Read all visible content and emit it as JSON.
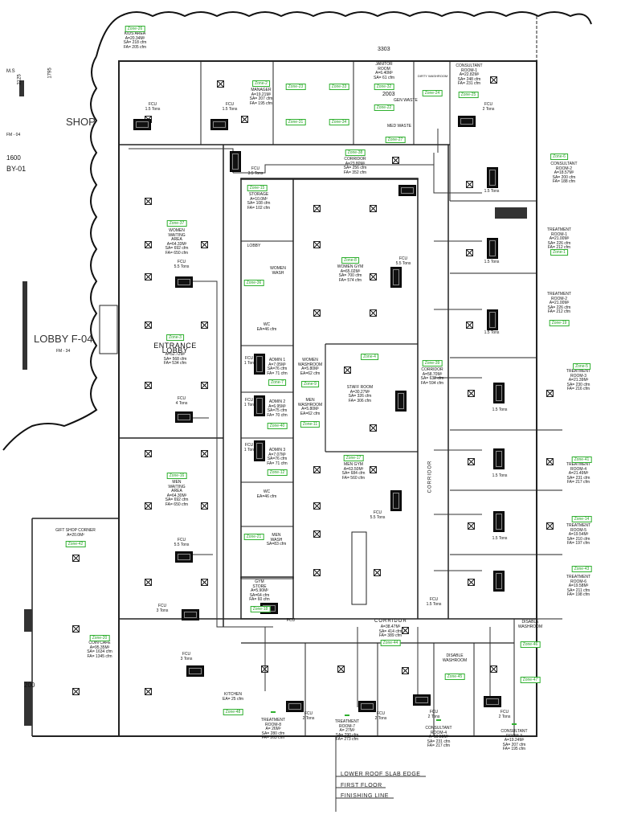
{
  "rooms": {
    "kids_area": {
      "name": "KIDS AREA",
      "area": "A=20.34M²",
      "sa": "SA= 218 cfm",
      "fa": "FA= 205 cfm"
    },
    "manager": {
      "name": "MANAGER",
      "area": "A=19.21M²",
      "sa": "SA= 207 cfm",
      "fa": "FA= 195 cfm"
    },
    "janitor": {
      "name": "JANITOR",
      "name2": "ROOM",
      "area": "A=6.40M²",
      "sa": "SA= 61 cfm"
    },
    "consultant1": {
      "name": "CONSULTANT",
      "name2": "ROOM-1",
      "area": "A=22.82M²",
      "sa": "SA= 248 cfm",
      "fa": "FA= 231 cfm"
    },
    "corridor_top": {
      "name": "CORRIDOR",
      "area": "A=23.80M²",
      "sa": "SA= 256 cfm",
      "fa": "FA= 352 cfm"
    },
    "consultant2": {
      "name": "CONSULTANT",
      "name2": "ROOM-2",
      "area": "A=18.57M²",
      "sa": "SA= 200 cfm",
      "fa": "FA= 188 cfm"
    },
    "storage": {
      "name": "STORAGE",
      "area": "A=10.0M²",
      "sa": "SA= 108 cfm",
      "fa": "FA= 102 cfm"
    },
    "lobby_small": {
      "name": "LOBBY"
    },
    "women_waiting": {
      "name": "WOMEN",
      "name2": "WAITING",
      "name3": "AREA",
      "area": "A=64.33M²",
      "sa": "SA= 692 cfm",
      "fa": "FA= 650 cfm"
    },
    "women_gym": {
      "name": "WOMEN GYM",
      "area": "A=65.02M²",
      "sa": "SA= 700 cfm",
      "fa": "FA= 574 cfm"
    },
    "women_wash": {
      "name": "WOMEN",
      "name2": "WASH"
    },
    "treatment1": {
      "name": "TREATMENT",
      "name2": "ROOM-1",
      "area": "A=21.00M²",
      "sa": "SA= 226 cfm",
      "fa": "FA= 212 cfm"
    },
    "treatment2": {
      "name": "TREATMENT",
      "name2": "ROOM-2",
      "area": "A=21.00M²",
      "sa": "SA= 226 cfm",
      "fa": "FA= 212 cfm"
    },
    "wc1": {
      "name": "WC",
      "ea": "EA=46 cfm"
    },
    "entrance_lobby": {
      "name": "ENTRANCE",
      "name2": "LOBBY",
      "area": "A=52.72M²",
      "sa": "SA= 568 cfm",
      "fa": "FA= 534 cfm"
    },
    "admin1": {
      "name": "ADMIN 1",
      "area": "A=7.05M²",
      "sa": "SA=76 cfm",
      "fa": "FA= 71 cfm"
    },
    "women_washroom": {
      "name": "WOMEN",
      "name2": "WASHROOM",
      "area": "A=5.80M²",
      "ea": "EA=62 cfm"
    },
    "staff_room": {
      "name": "STAFF ROOM",
      "area": "A=30.27M²",
      "sa": "SA= 326 cfm",
      "fa": "FA= 306 cfm"
    },
    "corridor_right": {
      "name": "CORRIDOR",
      "area": "A=58.70M²",
      "sa": "SA= 632 cfm",
      "fa": "FA= 594 cfm"
    },
    "treatment3": {
      "name": "TREATMENT",
      "name2": "ROOM-3",
      "area": "A=21.39M²",
      "sa": "SA= 230 cfm",
      "fa": "FA= 216 cfm"
    },
    "admin2": {
      "name": "ADMIN 2",
      "area": "A=6.95M²",
      "sa": "SA=75 cfm",
      "fa": "FA= 70 cfm"
    },
    "men_washroom": {
      "name": "MEN",
      "name2": "WASHROOM",
      "area": "A=5.80M²",
      "ea": "EA=62 cfm"
    },
    "admin3": {
      "name": "ADMIN 3",
      "area": "A=7.07M²",
      "sa": "SA=76 cfm",
      "fa": "FA= 71 cfm"
    },
    "men_gym": {
      "name": "MEN GYM",
      "area": "A=63.50M²",
      "sa": "SA= 684 cfm",
      "fa": "FA= 560 cfm"
    },
    "treatment4": {
      "name": "TREATMENT",
      "name2": "ROOM-4",
      "area": "A=21.49M²",
      "sa": "SA= 231 cfm",
      "fa": "FA= 217 cfm"
    },
    "wc2": {
      "name": "WC",
      "ea": "EA=46 cfm"
    },
    "men_waiting": {
      "name": "MEN",
      "name2": "WAITING",
      "name3": "AREA",
      "area": "A=64.30M²",
      "sa": "SA= 692 cfm",
      "fa": "FA= 650 cfm"
    },
    "treatment5": {
      "name": "TREATMENT",
      "name2": "ROOM-5",
      "area": "A=19.54M²",
      "sa": "SA= 210 cfm",
      "fa": "FA= 197 cfm"
    },
    "gift_shop": {
      "name": "GIFT SHOP CORNER",
      "area": "A=20.0M²"
    },
    "men_wash": {
      "name": "MEN",
      "name2": "WASH",
      "sa": "SA=83 cfm"
    },
    "gym_store": {
      "name": "GYM",
      "name2": "STORE",
      "area": "A=5.90M²",
      "sa": "SA=64 cfm",
      "fa": "FA= 60 cfm"
    },
    "treatment6": {
      "name": "TREATMENT",
      "name2": "ROOM-6",
      "area": "A=19.58M²",
      "sa": "SA= 211 cfm",
      "fa": "FA= 198 cfm"
    },
    "corridor_bottom": {
      "name": "CORRIDOR",
      "area": "A=38.47M²",
      "sa": "SA= 414 cfm",
      "fa": "FA= 389 cfm"
    },
    "disable_wash1": {
      "name": "DISABLE",
      "name2": "WASHROOM"
    },
    "coin_cafe": {
      "name": "COIN CAFE",
      "area": "A=95.35M²",
      "sa": "SA= 1634 cfm",
      "fa": "FA= 1345 cfm"
    },
    "disable_wash2": {
      "name": "DISABLE",
      "name2": "WASHROOM"
    },
    "kitchen": {
      "name": "KITCHEN",
      "ea": "EA= 25 cfm"
    },
    "treatment8": {
      "name": "TREATMENT",
      "name2": "ROOM-8",
      "area": "A= 26M²",
      "sa": "SA= 280 cfm",
      "fa": "FA= 263 cfm"
    },
    "treatment7": {
      "name": "TREATMENT",
      "name2": "ROOM-7",
      "area": "A= 27M²",
      "sa": "SA= 290 cfm",
      "fa": "FA= 273 cfm"
    },
    "consultant4": {
      "name": "CONSULTANT",
      "name2": "ROOM-4",
      "area": "A=19.59M²",
      "sa": "SA= 231 cfm",
      "fa": "FA= 217 cfm"
    },
    "consultant3": {
      "name": "CONSULTANT",
      "name2": "ROOM-3",
      "area": "A=19.24M²",
      "sa": "SA= 207 cfm",
      "fa": "FA= 195 cfm"
    }
  },
  "zones": [
    "Zone-26",
    "Zone-2",
    "Zone-23",
    "Zone-33",
    "Zone-32",
    "Zone-24",
    "Zone-22",
    "Zone-25",
    "Zone-31",
    "Zone-34",
    "Zone-27",
    "Zone-38",
    "Zone-6",
    "Zone-15",
    "Zone-37",
    "Zone-1",
    "Zone-8",
    "Zone-36",
    "Zone-19",
    "Zone-3",
    "Zone-4",
    "Zone-7",
    "Zone-9",
    "Zone-39",
    "Zone-5",
    "Zone-40",
    "Zone-11",
    "Zone-17",
    "Zone-41",
    "Zone-12",
    "Zone-16",
    "Zone-14",
    "Zone-42",
    "Zone-21",
    "Zone-18",
    "Zone-43",
    "Zone-44",
    "Zone-20",
    "Zone-46",
    "Zone-45",
    "Zone-47",
    "Zone-48"
  ],
  "fcu_labels": {
    "fcu": "FCU",
    "t15": "1.5 Tons",
    "t2": "2 Tons",
    "t35": "3.5 Tons",
    "t55": "5.5 Tons",
    "t4": "4 Tons",
    "t3": "3 Tons",
    "t1": "1 Ton"
  },
  "misc": {
    "shop": "SHOP",
    "lobby_f04": "LOBBY F-04",
    "fm34": "FM - 34",
    "dim_3303": "3303",
    "dim_2003": "2003",
    "dim_2125": "2125",
    "dim_1795": "1795",
    "dim_1600": "1600",
    "by01": "BY-01",
    "fm04": "FM - 04",
    "n200": "200",
    "ms": "M.S",
    "gen_waste": "GEN WASTE",
    "med_waste": "MED WASTE",
    "dirty_washroom": "DIRTY WASHROOM",
    "corridor_vert": "CORRIDOR",
    "corridor_bot_lbl": "CORRIDOR",
    "fcu_15_bot": "FCU",
    "legend_lower": "LOWER ROOF SLAB EDGE",
    "legend_first": "FIRST FLOOR",
    "legend_finish": "FINISHING LINE"
  }
}
